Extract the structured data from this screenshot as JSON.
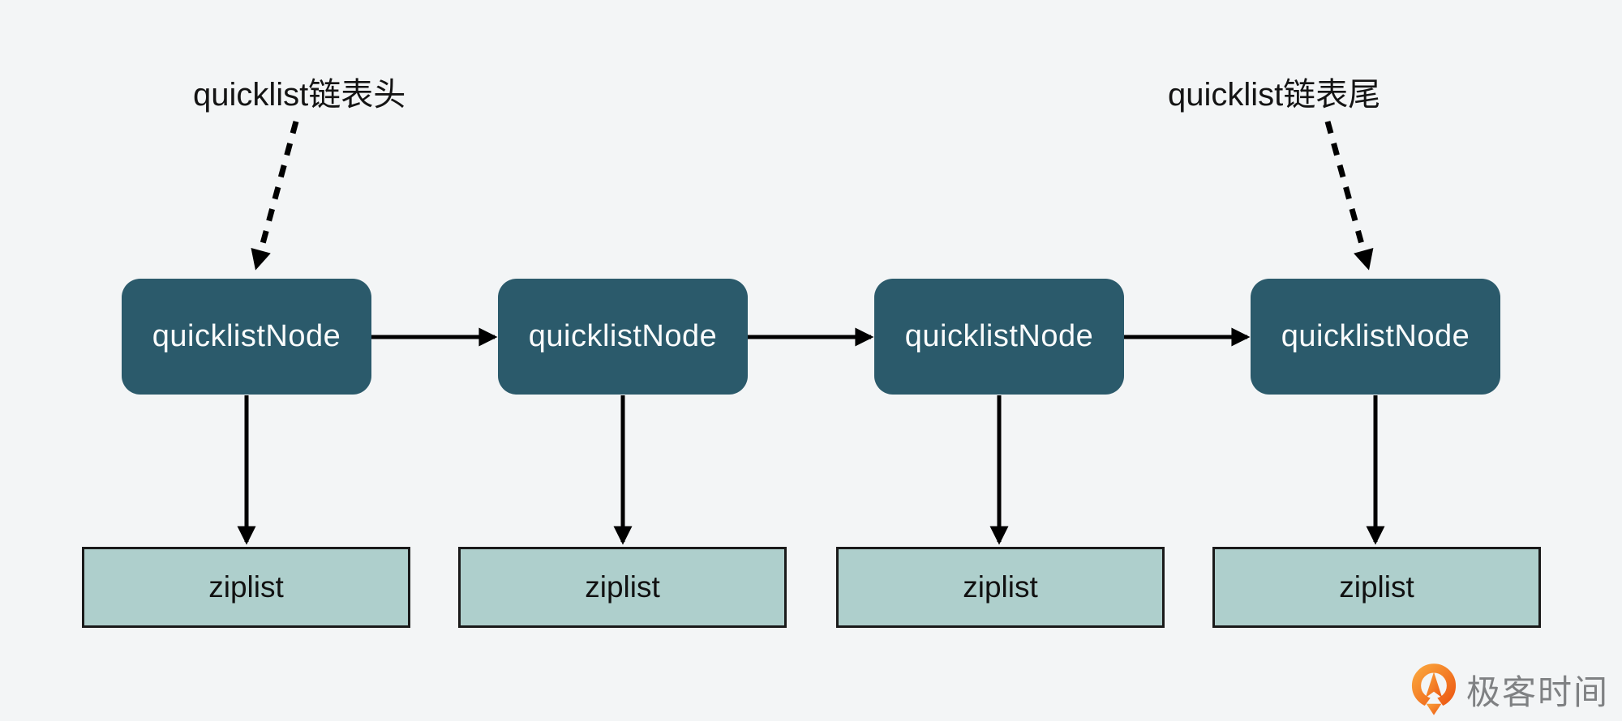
{
  "annotations": {
    "head_label": "quicklist链表头",
    "tail_label": "quicklist链表尾"
  },
  "nodes": [
    {
      "label": "quicklistNode"
    },
    {
      "label": "quicklistNode"
    },
    {
      "label": "quicklistNode"
    },
    {
      "label": "quicklistNode"
    }
  ],
  "ziplists": [
    {
      "label": "ziplist"
    },
    {
      "label": "ziplist"
    },
    {
      "label": "ziplist"
    },
    {
      "label": "ziplist"
    }
  ],
  "logo": {
    "text": "极客时间"
  },
  "colors": {
    "background": "#f3f5f6",
    "node_fill": "#2b5a6b",
    "node_text": "#fafcfc",
    "ziplist_fill": "#aecfcc",
    "ziplist_border": "#1a1a1a",
    "arrow": "#000000",
    "label_text": "#141414",
    "logo_orange_light": "#faa43c",
    "logo_orange_dark": "#ed5a13",
    "logo_text": "#7f8183"
  }
}
